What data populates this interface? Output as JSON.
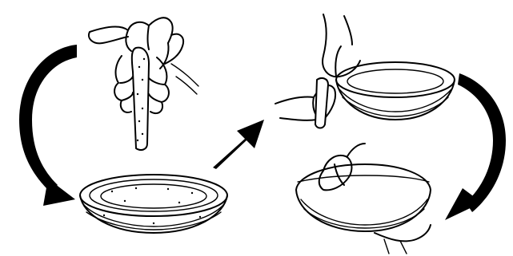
{
  "diagram": {
    "steps": [
      {
        "id": "step-1",
        "depicts": "hands-holding-rope"
      },
      {
        "id": "step-2",
        "depicts": "rope-coiled-in-bowl"
      },
      {
        "id": "step-3",
        "depicts": "hand-spreading-coil-in-basket"
      },
      {
        "id": "step-4",
        "depicts": "hand-inverting-basket"
      }
    ],
    "colors": {
      "ink": "#000000",
      "paper": "#ffffff"
    }
  }
}
